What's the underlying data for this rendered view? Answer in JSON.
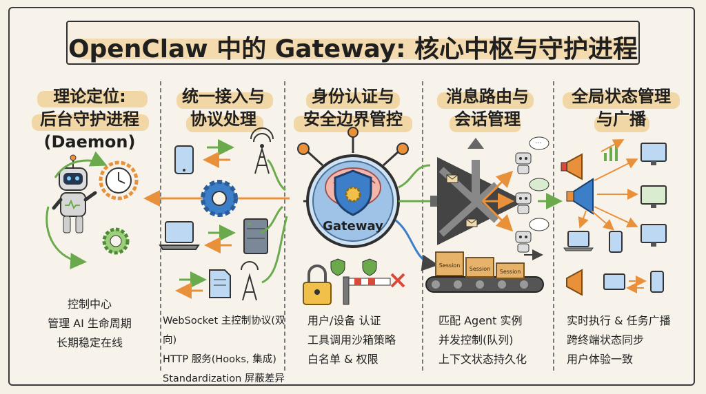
{
  "title": "OpenClaw 中的 Gateway: 核心中枢与守护进程",
  "hub_label": "Gateway",
  "columns": [
    {
      "title_line1": "理论定位:",
      "title_line2": "后台守护进程",
      "title_line3": "(Daemon)",
      "desc": [
        "控制中心",
        "管理 AI 生命周期",
        "长期稳定在线"
      ]
    },
    {
      "title_line1": "统一接入与",
      "title_line2": "协议处理",
      "desc": [
        "WebSocket 主控制协议(双向)",
        "HTTP 服务(Hooks, 集成)",
        "Standardization 屏蔽差异"
      ]
    },
    {
      "title_line1": "身份认证与",
      "title_line2": "安全边界管控",
      "desc": [
        "用户/设备 认证",
        "工具调用沙箱策略",
        "白名单 & 权限"
      ]
    },
    {
      "title_line1": "消息路由与",
      "title_line2": "会话管理",
      "desc": [
        "匹配 Agent 实例",
        "并发控制(队列)",
        "上下文状态持久化"
      ]
    },
    {
      "title_line1": "全局状态管理",
      "title_line2": "与广播",
      "desc": [
        "实时执行 & 任务广播",
        "跨终端状态同步",
        "用户体验一致"
      ]
    }
  ],
  "session_labels": [
    "Session",
    "Session",
    "Session"
  ],
  "colors": {
    "highlight": "#f1d49e",
    "accent_orange": "#e8913a",
    "accent_green": "#6aaa4c",
    "accent_blue": "#3d7ec8",
    "hub_blue": "#9fc3e6"
  },
  "icons": [
    "robot-icon",
    "clock-icon",
    "gear-icon",
    "tablet-icon",
    "tower-icon",
    "laptop-icon",
    "server-icon",
    "document-icon",
    "brain-icon",
    "shield-icon",
    "padlock-icon",
    "barrier-icon",
    "megaphone-icon",
    "monitor-icon",
    "phone-icon",
    "chat-bubble-icon",
    "conveyor-icon",
    "envelope-icon"
  ]
}
